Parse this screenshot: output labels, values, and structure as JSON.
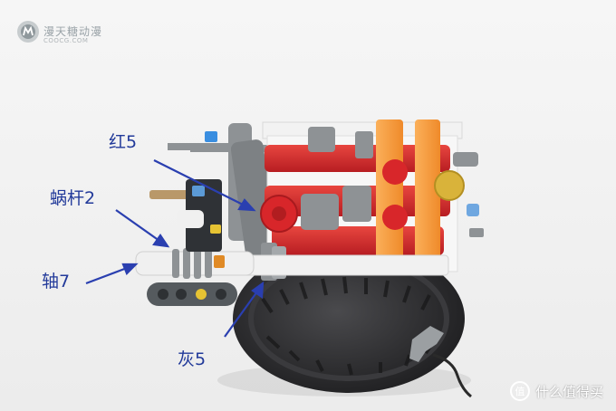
{
  "annotations": {
    "red5": "红5",
    "worm2": "蜗杆2",
    "axle7": "轴7",
    "gray5": "灰5"
  },
  "logo": {
    "main": "漫天糖动漫",
    "sub": "COOCG.COM"
  },
  "watermark": {
    "text": "什么值得买"
  },
  "colors": {
    "annotation": "#223a9a",
    "background": "#f3f3f3",
    "lego_red": "#d8262a",
    "lego_orange": "#f79a3c",
    "lego_gray": "#8e9295",
    "tire_dark": "#2b2b2d"
  }
}
